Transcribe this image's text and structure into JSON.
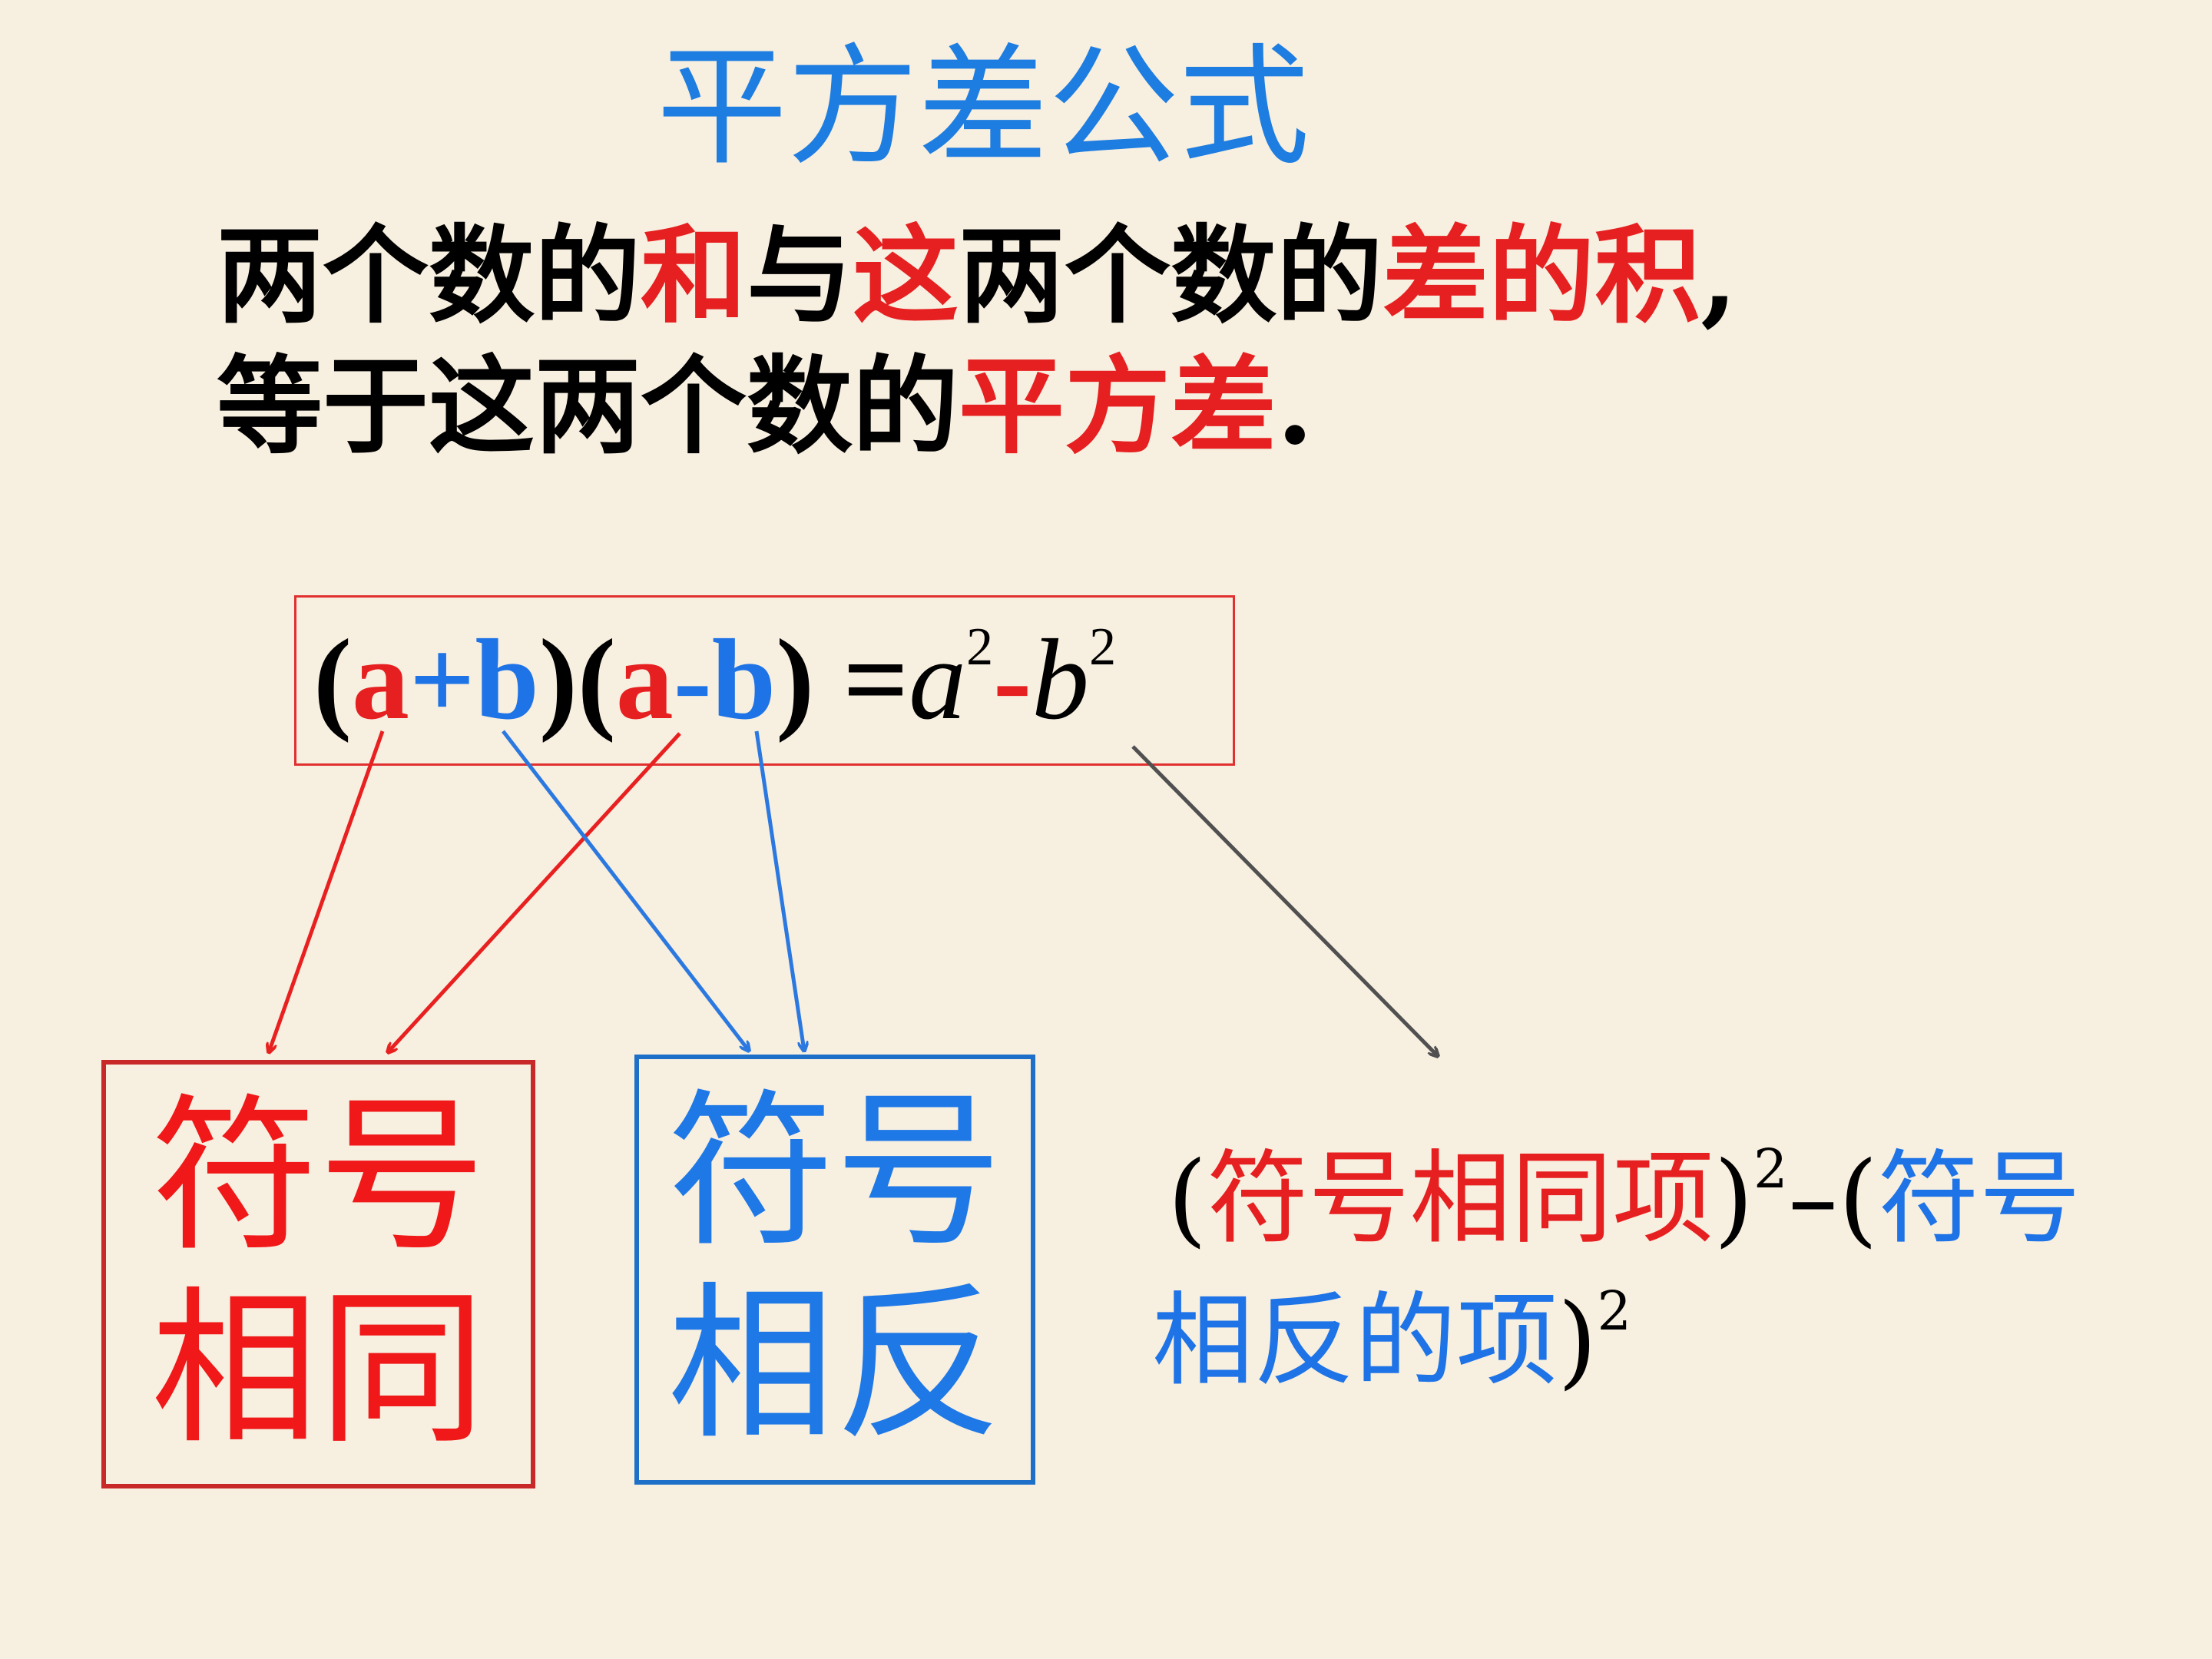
{
  "title": "平方差公式",
  "definition": {
    "line1": [
      {
        "text": "两个数的",
        "color": "black"
      },
      {
        "text": "和",
        "color": "red"
      },
      {
        "text": "与",
        "color": "black"
      },
      {
        "text": "这",
        "color": "red"
      },
      {
        "text": "两个数的",
        "color": "black"
      },
      {
        "text": "差的积",
        "color": "red"
      },
      {
        "text": ",",
        "color": "black"
      }
    ],
    "line2": [
      {
        "text": "等于这两个数的",
        "color": "black"
      },
      {
        "text": "平方差",
        "color": "red"
      },
      {
        "text": ".",
        "color": "black"
      }
    ]
  },
  "formula": {
    "open1": "(",
    "a1": "a",
    "plus": "+",
    "b1": "b",
    "close1": ")",
    "open2": "(",
    "a2": "a",
    "minus": "-",
    "b2": "b",
    "close2": ")",
    "equals": " =",
    "a_sq": "a",
    "exp1": "2",
    "minus2": "-",
    "b_sq": "b",
    "exp2": "2"
  },
  "box_same": {
    "line1": "符号",
    "line2": "相同"
  },
  "box_opposite": {
    "line1": "符号",
    "line2": "相反"
  },
  "result": {
    "open1": "(",
    "term1": "符号相同项",
    "close1": ")",
    "exp1": "2",
    "minus": "–",
    "open2": "(",
    "term2a": "符号",
    "term2b": "相反的项",
    "close2": ")",
    "exp2": "2"
  },
  "colors": {
    "title": "#1e7de0",
    "red": "#e62020",
    "blue": "#1e73e6",
    "red_arrow": "#e82020",
    "blue_arrow": "#2a78e0",
    "gray_arrow": "#505050"
  }
}
